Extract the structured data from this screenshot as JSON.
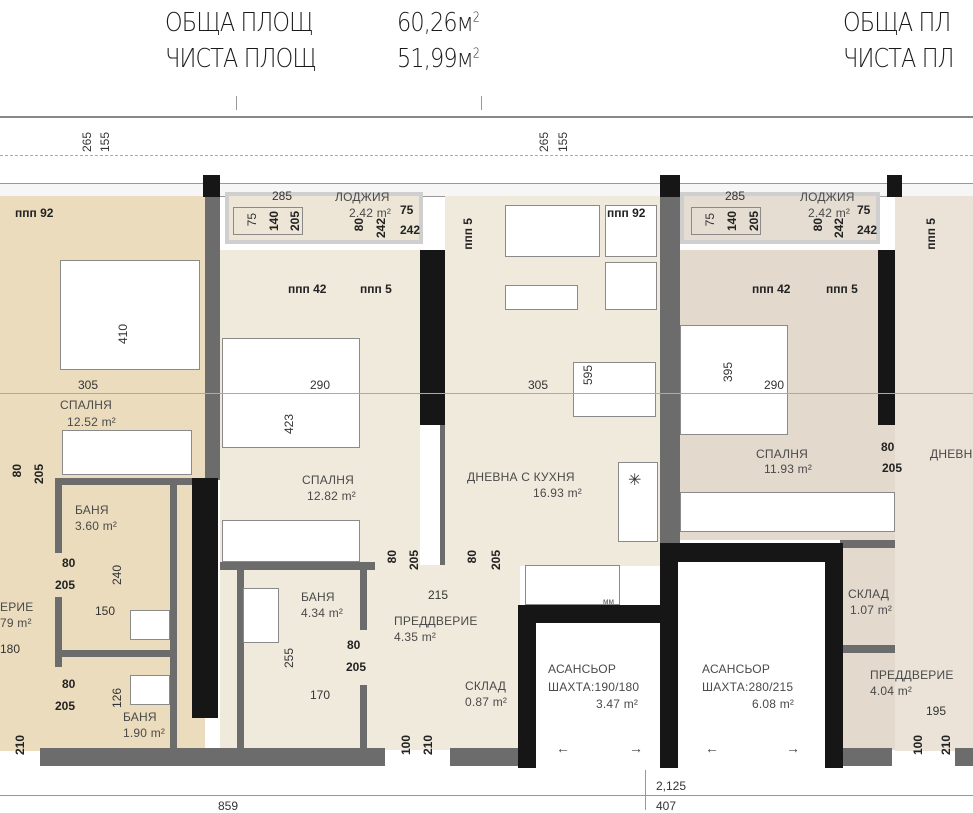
{
  "header": {
    "left": {
      "total_label": "ОБЩА ПЛОЩ",
      "total_value": "60,26м",
      "net_label": "ЧИСТА ПЛОЩ",
      "net_value": "51,99м",
      "sup": "2"
    },
    "right": {
      "total_label": "ОБЩА ПЛ",
      "net_label": "ЧИСТА ПЛ"
    }
  },
  "colors": {
    "left_apartment": "#eadcbd",
    "center_apartment": "#f0eadc",
    "right_bedroom": "#e3d9cd",
    "right_living": "#ebe3d8",
    "wall": "#6c6c6c",
    "structural_wall": "#161616"
  },
  "rooms": {
    "left_bedroom": {
      "name": "СПАЛНЯ",
      "area": "12.52 m²"
    },
    "left_bath1": {
      "name": "БАНЯ",
      "area": "3.60 m²"
    },
    "left_hall": {
      "name": "ЕРИЕ",
      "area": "79 m²"
    },
    "left_bath2": {
      "name": "БАНЯ",
      "area": "1.90 m²"
    },
    "loggia": {
      "name": "ЛОДЖИЯ",
      "area": "2.42 m²"
    },
    "bedroom": {
      "name": "СПАЛНЯ",
      "area": "12.82 m²"
    },
    "living": {
      "name": "ДНЕВНА С КУХНЯ",
      "area": "16.93 m²"
    },
    "bath": {
      "name": "БАНЯ",
      "area": "4.34 m²"
    },
    "hall": {
      "name": "ПРЕДДВЕРИЕ",
      "area": "4.35 m²"
    },
    "storage": {
      "name": "СКЛАД",
      "area": "0.87 m²"
    },
    "elevator1": {
      "name": "АСАНСЬОР",
      "shaft": "ШАХТА:190/180",
      "area": "3.47 m²"
    },
    "elevator2": {
      "name": "АСАНСЬОР",
      "shaft": "ШАХТА:280/215",
      "area": "6.08 m²"
    },
    "right_loggia": {
      "name": "ЛОДЖИЯ",
      "area": "2.42 m²"
    },
    "right_bedroom": {
      "name": "СПАЛНЯ",
      "area": "11.93 m²"
    },
    "right_living": {
      "name": "ДНЕВН"
    },
    "right_storage": {
      "name": "СКЛАД",
      "area": "1.07 m²"
    },
    "right_hall": {
      "name": "ПРЕДДВЕРИЕ",
      "area": "4.04 m²"
    }
  },
  "dims": {
    "d265a": "265",
    "d155a": "155",
    "d265b": "265",
    "d155b": "155",
    "ppp92a": "ппп 92",
    "ppp92b": "ппп 92",
    "ppp42a": "ппп 42",
    "ppp5a": "ппп 5",
    "ppp5v1": "ппп 5",
    "ppp42b": "ппп 42",
    "ppp5b": "ппп 5",
    "ppp5v2": "ппп 5",
    "lg285": "285",
    "lg75": "75",
    "lg242": "242",
    "lg75v": "75",
    "lg140v": "140",
    "lg205v": "205",
    "lg80v": "80",
    "lg242v": "242",
    "rlg285": "285",
    "rlg75": "75",
    "rlg242": "242",
    "rlg75v": "75",
    "rlg140v": "140",
    "rlg205v": "205",
    "rlg80v": "80",
    "rlg242v": "242",
    "d410": "410",
    "d305a": "305",
    "d290a": "290",
    "d423": "423",
    "d305b": "305",
    "d595": "595",
    "d395": "395",
    "d290b": "290",
    "l80v": "80",
    "l205v": "205",
    "r80": "80",
    "r205": "205",
    "b80a": "80",
    "b205a": "205",
    "d240": "240",
    "d150": "150",
    "d180": "180",
    "b80b": "80",
    "b205b": "205",
    "d126": "126",
    "l210v": "210",
    "c80v": "80",
    "c205v": "205",
    "k80v": "80",
    "k205v": "205",
    "d215": "215",
    "h80": "80",
    "h205": "205",
    "d255": "255",
    "d170": "170",
    "d100": "100",
    "d210": "210",
    "d195": "195",
    "rd100": "100",
    "rd210": "210",
    "d2125": "2,125",
    "d407": "407",
    "d859": "859",
    "mm": "мм"
  }
}
